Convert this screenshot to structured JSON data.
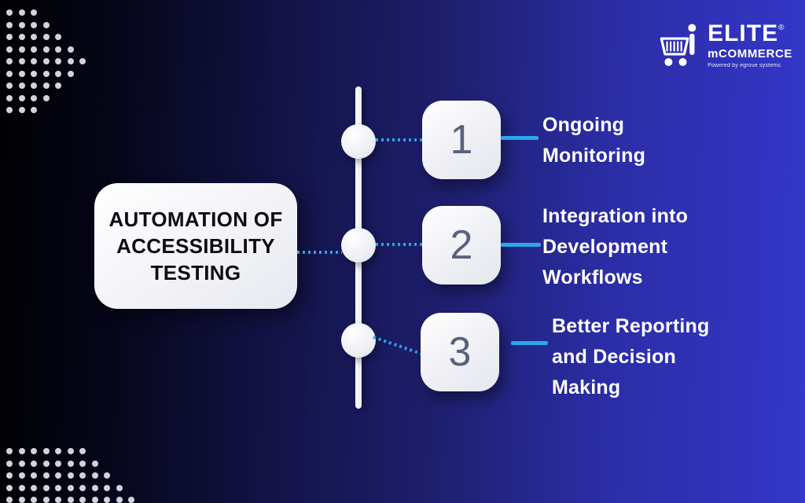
{
  "title": "AUTOMATION OF ACCESSIBILITY TESTING",
  "brand": {
    "name": "ELITE",
    "registered": "®",
    "subname": "mCOMMERCE",
    "powered_by": "Powered by egrove systems",
    "icon": "shopping-cart-icon"
  },
  "steps": [
    {
      "number": "1",
      "label": "Ongoing Monitoring"
    },
    {
      "number": "2",
      "label": "Integration into Development Workflows"
    },
    {
      "number": "3",
      "label": "Better Reporting and Decision Making"
    }
  ],
  "colors": {
    "background_left": "#010103",
    "background_right": "#3437c9",
    "accent_blue": "#2ba7ec",
    "dotted_blue": "#2aa3e8",
    "card_background": "#f0f1f6",
    "number_color": "#59627a",
    "title_color": "#0d0d12",
    "label_color": "#ffffff",
    "dot_color": "#e3e5ea"
  },
  "decor": {
    "top_left_rows": [
      3,
      4,
      5,
      6,
      7,
      6,
      5,
      4,
      3
    ],
    "bottom_left_rows": [
      7,
      8,
      9,
      10,
      11
    ]
  }
}
